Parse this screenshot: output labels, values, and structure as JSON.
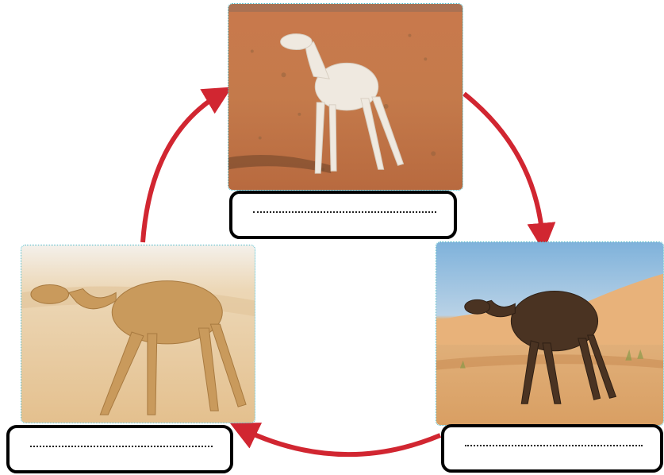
{
  "diagram": {
    "type": "life-cycle",
    "arrow_color": "#d12631",
    "stages": [
      {
        "id": "top",
        "subject": "baby-camel",
        "answer": ""
      },
      {
        "id": "right",
        "subject": "young-camel",
        "answer": ""
      },
      {
        "id": "left",
        "subject": "adult-camel",
        "answer": ""
      }
    ],
    "arrows": [
      {
        "from": "top",
        "to": "right"
      },
      {
        "from": "right",
        "to": "left"
      },
      {
        "from": "left",
        "to": "top"
      }
    ]
  }
}
